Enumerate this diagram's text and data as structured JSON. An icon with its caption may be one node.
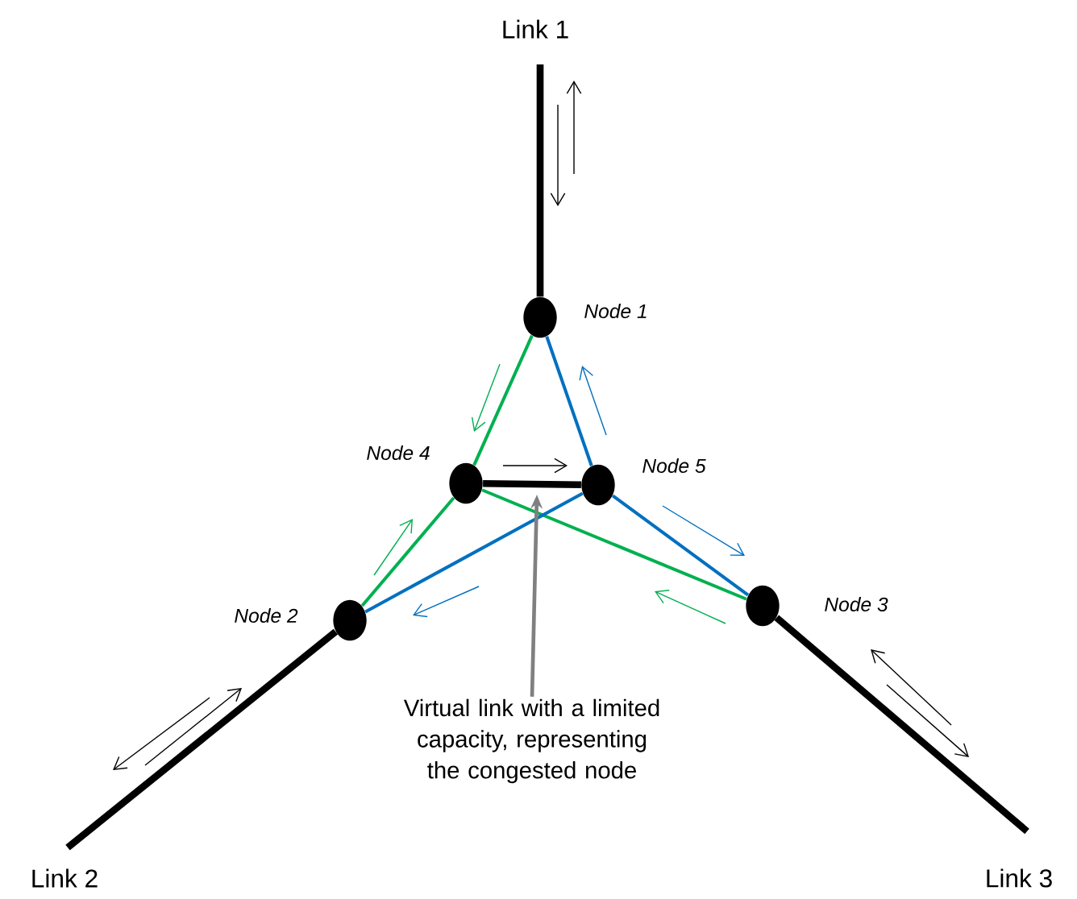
{
  "diagram": {
    "nodes": [
      {
        "text": [
          "Link 1"
        ]
      },
      {
        "text": [],
        "shape": "circle",
        "beside": [
          "Node 1"
        ]
      },
      {
        "text": [],
        "shape": "circle",
        "beside": [
          "Node 4"
        ]
      },
      {
        "text": [],
        "shape": "circle",
        "beside": [
          "Node 5"
        ]
      },
      {
        "text": [],
        "shape": "circle",
        "beside": [
          "Node 3"
        ]
      },
      {
        "text": [],
        "shape": "circle",
        "beside": [
          "Node 2"
        ]
      },
      {
        "text": [
          "Virtual link with a limited capacity, representing the congested node"
        ]
      },
      {
        "text": [
          "Link 2"
        ]
      },
      {
        "text": [
          "Link 3"
        ]
      }
    ],
    "edges": [
      {
        "from": 0,
        "to": 1,
        "arrow": "none",
        "style": "thick"
      },
      {
        "from": 1,
        "to": 2,
        "arrow": "none",
        "color": "#00b050"
      },
      {
        "from": 1,
        "to": 3,
        "arrow": "none",
        "color": "#0070c0"
      },
      {
        "from": 2,
        "to": 3,
        "arrow": "none",
        "style": "thick"
      },
      {
        "from": 2,
        "to": 5,
        "arrow": "none",
        "color": "#00b050"
      },
      {
        "from": 2,
        "to": 4,
        "arrow": "none",
        "color": "#00b050"
      },
      {
        "from": 3,
        "to": 4,
        "arrow": "none",
        "color": "#0070c0"
      },
      {
        "from": 3,
        "to": 5,
        "arrow": "none",
        "color": "#0070c0"
      },
      {
        "from": 5,
        "to": 7,
        "arrow": "none",
        "style": "thick"
      },
      {
        "from": 4,
        "to": 8,
        "arrow": "none",
        "style": "thick"
      },
      {
        "from": 6,
        "to": null,
        "arrow": "to",
        "color": "#808080"
      }
    ]
  }
}
